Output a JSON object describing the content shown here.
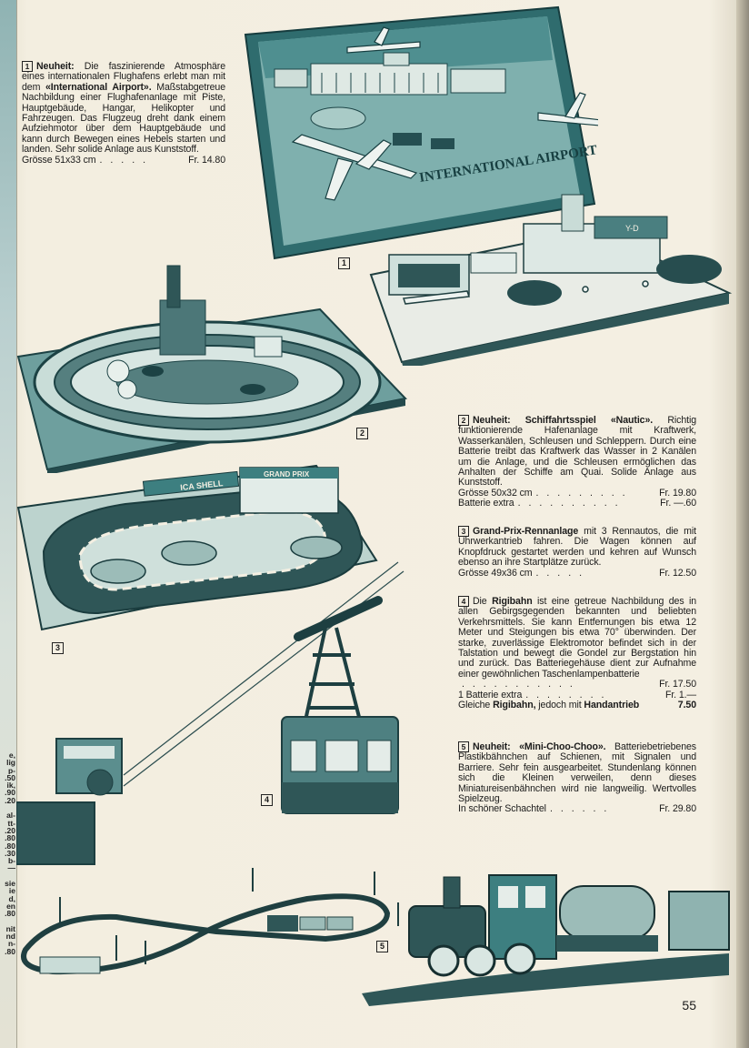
{
  "page_number": "55",
  "left_strip_fragments": [
    "e,",
    "lig",
    "p-",
    ".50",
    "ik,",
    ".90",
    ".20",
    "",
    "al-",
    "tt-",
    ".20",
    ".80",
    ".80",
    ".30",
    "b-",
    "—",
    "",
    "sie",
    "ie",
    "d,",
    "en",
    ".80",
    "",
    "nit",
    "nd",
    "n-",
    ".80"
  ],
  "items": [
    {
      "number": "1",
      "heading": "Neuheit:",
      "text": "Die faszinierende Atmosphäre eines internationalen Flughafens erlebt man mit dem",
      "name": "«International Airport».",
      "text2": "Maßstabgetreue Nachbildung einer Flughafenanlage mit Piste, Hauptgebäude, Hangar, Helikopter und Fahrzeugen. Das Flugzeug dreht dank einem Aufziehmotor über dem Hauptgebäude und kann durch Bewegen eines Hebels starten und landen. Sehr solide Anlage aus Kunststoff.",
      "price_rows": [
        {
          "label": "Grösse 51x33 cm",
          "price": "Fr. 14.80"
        }
      ]
    },
    {
      "number": "2",
      "heading": "Neuheit: Schiffahrtsspiel «Nautic».",
      "text": "Richtig funktionierende Hafenanlage mit Kraftwerk, Wasserkanälen, Schleusen und Schleppern. Durch eine Batterie treibt das Kraftwerk das Wasser in 2 Kanälen um die Anlage, und die Schleusen ermöglichen das Anhalten der Schiffe am Quai. Solide Anlage aus Kunststoff.",
      "price_rows": [
        {
          "label": "Grösse 50x32 cm",
          "price": "Fr. 19.80"
        },
        {
          "label": "Batterie extra",
          "price": "Fr. —.60"
        }
      ]
    },
    {
      "number": "3",
      "heading": "Grand-Prix-Rennanlage",
      "text": "mit 3 Rennautos, die mit Uhrwerkantrieb fahren. Die Wagen können auf Knopfdruck gestartet werden und kehren auf Wunsch ebenso an ihre Startplätze zurück.",
      "price_rows": [
        {
          "label": "Grösse 49x36 cm",
          "price": "Fr. 12.50"
        }
      ]
    },
    {
      "number": "4",
      "pre": "Die",
      "heading": "Rigibahn",
      "text": "ist eine getreue Nachbildung des in allen Gebirgsgegenden bekannten und beliebten Verkehrsmittels. Sie kann Entfernungen bis etwa 12 Meter und Steigungen bis etwa 70° überwinden. Der starke, zuverlässige Elektromotor befindet sich in der Talstation und bewegt die Gondel zur Bergstation hin und zurück. Das Batteriegehäuse dient zur Aufnahme einer gewöhnlichen Taschenlampenbatterie",
      "price_rows": [
        {
          "label": "",
          "price": "Fr. 17.50"
        },
        {
          "label": "1 Batterie extra",
          "price": "Fr. 1.—"
        }
      ],
      "last_line": {
        "a": "Gleiche",
        "b": "Rigibahn,",
        "c": "jedoch mit",
        "d": "Handantrieb",
        "e": "7.50"
      }
    },
    {
      "number": "5",
      "heading": "Neuheit: «Mini-Choo-Choo».",
      "text": "Batteriebetriebenes Plastikbähnchen auf Schienen, mit Signalen und Barriere. Sehr fein ausgearbeitet. Stundenlang können sich die Kleinen verweilen, denn dieses Miniatureisenbähnchen wird nie langweilig. Wertvolles Spielzeug.",
      "price_rows": [
        {
          "label": "In schöner Schachtel",
          "price": "Fr. 29.80"
        }
      ]
    }
  ],
  "illustration_text": {
    "airport_sign": "INTERNATIONAL AIRPORT",
    "grand_prix_banner": "GRAND PRIX",
    "shell_banner": "ICA SHELL",
    "tower_code": "Y-D"
  },
  "figure_labels": [
    "1",
    "2",
    "3",
    "4",
    "5"
  ],
  "colors": {
    "teal": "#3d7f80",
    "dark_teal": "#1f4f52",
    "paper": "#f1ecdc",
    "ink": "#1b1b1b"
  }
}
